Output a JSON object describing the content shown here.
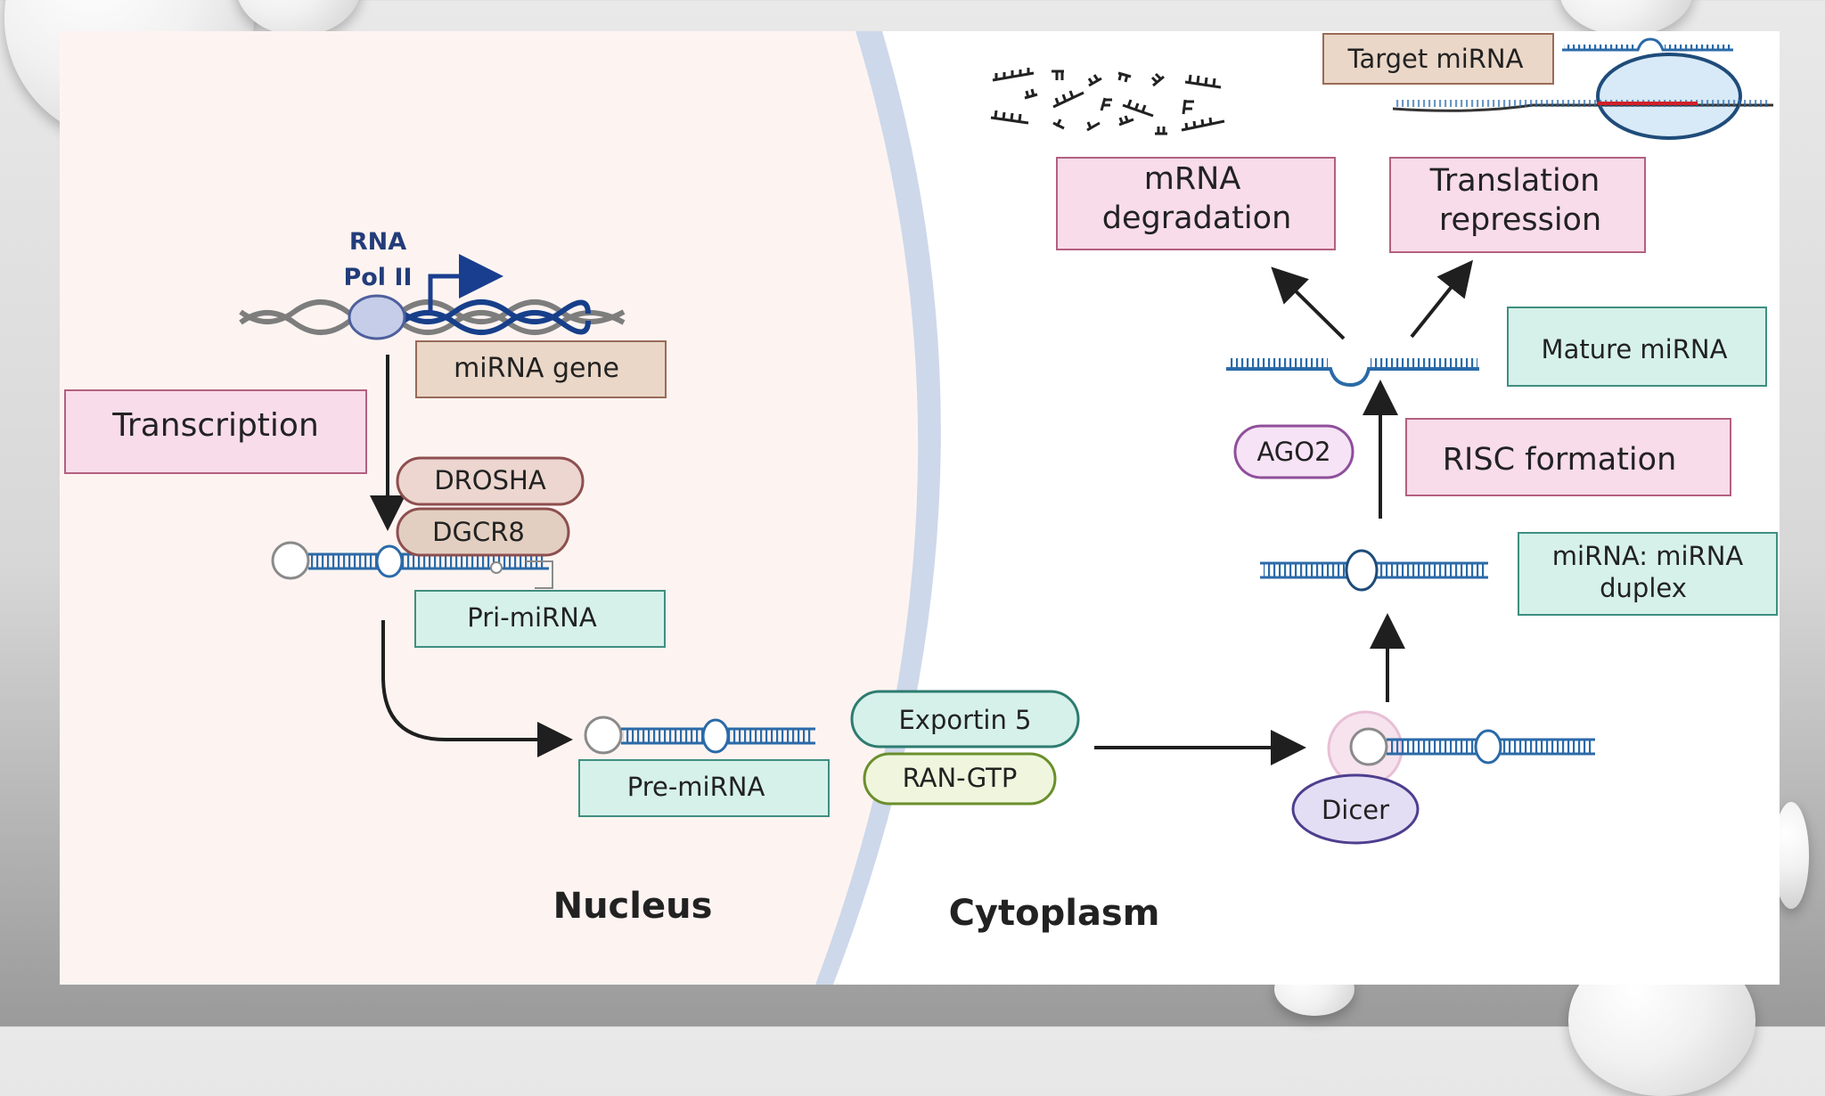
{
  "labels": {
    "rna_pol": [
      "RNA",
      "Pol II"
    ],
    "mirna_gene": "miRNA gene",
    "transcription": "Transcription",
    "drosha": "DROSHA",
    "dgcr8": "DGCR8",
    "pri_mirna": "Pri-miRNA",
    "pre_mirna": "Pre-miRNA",
    "exportin": "Exportin 5",
    "ran_gtp": "RAN-GTP",
    "nucleus": "Nucleus",
    "cytoplasm": "Cytoplasm",
    "dicer": "Dicer",
    "duplex": [
      "miRNA: miRNA",
      "duplex"
    ],
    "ago2": "AGO2",
    "risc": "RISC formation",
    "mature": "Mature miRNA",
    "mrna_deg": [
      "mRNA",
      "degradation"
    ],
    "translation": [
      "Translation",
      "repression"
    ],
    "target": "Target miRNA"
  },
  "colors": {
    "pink_box_fill": "#f8dcea",
    "pink_box_stroke": "#b3607f",
    "teal_box_fill": "#d6f1ea",
    "teal_box_stroke": "#3f8f80",
    "tan_box_fill": "#ead7c8",
    "tan_box_stroke": "#9a6a58",
    "rna_blue": "#2b6aa8",
    "dna_dark": "#173f8a",
    "nucleus_fill": "#fdf4f1",
    "membrane": "#cdd8ea"
  }
}
